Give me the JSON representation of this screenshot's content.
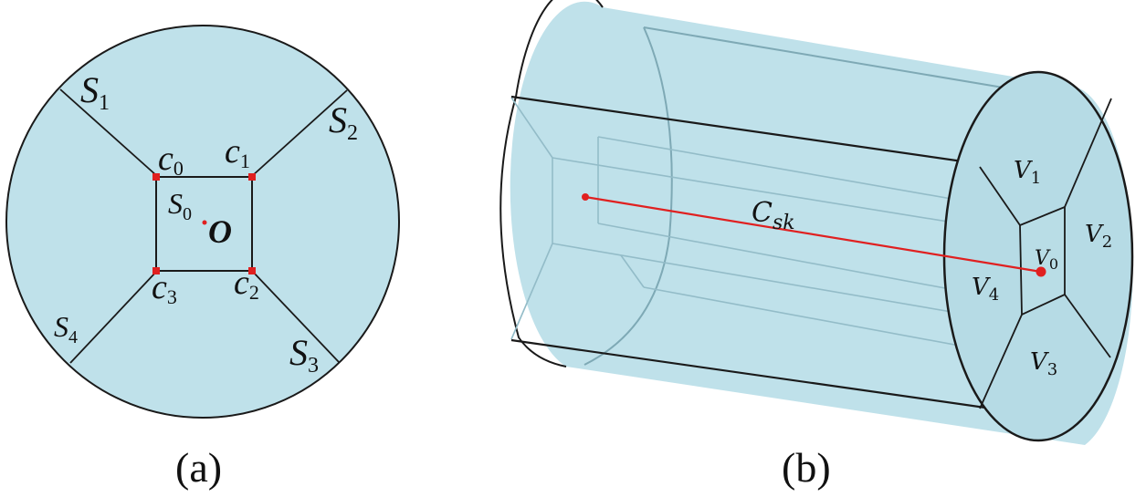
{
  "colors": {
    "fill": "#bfe1ea",
    "fill_inner": "#b2d9e4",
    "stroke": "#1a1a1a",
    "hidden_stroke": "#7ea9b5",
    "red": "#e02020",
    "background": "#ffffff"
  },
  "panel_a": {
    "caption": "(a)",
    "sections": [
      {
        "base": "S",
        "sub": "1"
      },
      {
        "base": "S",
        "sub": "2"
      },
      {
        "base": "S",
        "sub": "3"
      },
      {
        "base": "S",
        "sub": "4"
      }
    ],
    "center_section": {
      "base": "S",
      "sub": "0"
    },
    "center_point": "O",
    "corners": [
      {
        "base": "c",
        "sub": "0"
      },
      {
        "base": "c",
        "sub": "1"
      },
      {
        "base": "c",
        "sub": "2"
      },
      {
        "base": "c",
        "sub": "3"
      }
    ]
  },
  "panel_b": {
    "caption": "(b)",
    "skeleton": {
      "base": "C",
      "sub": "sk"
    },
    "volumes": [
      {
        "base": "V",
        "sub": "0"
      },
      {
        "base": "V",
        "sub": "1"
      },
      {
        "base": "V",
        "sub": "2"
      },
      {
        "base": "V",
        "sub": "3"
      },
      {
        "base": "V",
        "sub": "4"
      }
    ]
  }
}
